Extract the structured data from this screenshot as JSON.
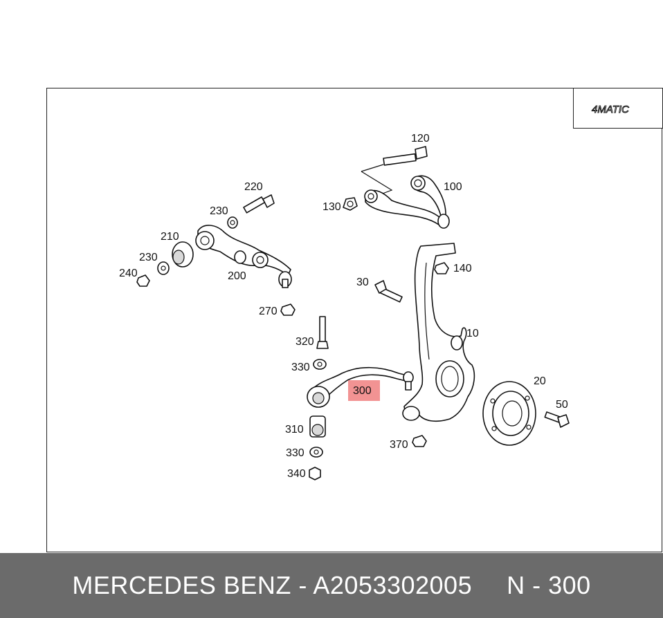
{
  "badge": {
    "text": "4MATIC"
  },
  "callouts": [
    {
      "id": "p120",
      "text": "120"
    },
    {
      "id": "p100",
      "text": "100"
    },
    {
      "id": "p130",
      "text": "130"
    },
    {
      "id": "p220",
      "text": "220"
    },
    {
      "id": "p230a",
      "text": "230"
    },
    {
      "id": "p210",
      "text": "210"
    },
    {
      "id": "p230b",
      "text": "230"
    },
    {
      "id": "p240",
      "text": "240"
    },
    {
      "id": "p200",
      "text": "200"
    },
    {
      "id": "p140",
      "text": "140"
    },
    {
      "id": "p30",
      "text": "30"
    },
    {
      "id": "p270",
      "text": "270"
    },
    {
      "id": "p10",
      "text": "10"
    },
    {
      "id": "p320",
      "text": "320"
    },
    {
      "id": "p330a",
      "text": "330"
    },
    {
      "id": "p300",
      "text": "300",
      "highlighted": true
    },
    {
      "id": "p20",
      "text": "20"
    },
    {
      "id": "p50",
      "text": "50"
    },
    {
      "id": "p310",
      "text": "310"
    },
    {
      "id": "p370",
      "text": "370"
    },
    {
      "id": "p330b",
      "text": "330"
    },
    {
      "id": "p340",
      "text": "340"
    }
  ],
  "highlight_color": "#f08080",
  "footer": {
    "brand_part": "MERCEDES BENZ - A2053302005",
    "position_ref": "N - 300"
  }
}
